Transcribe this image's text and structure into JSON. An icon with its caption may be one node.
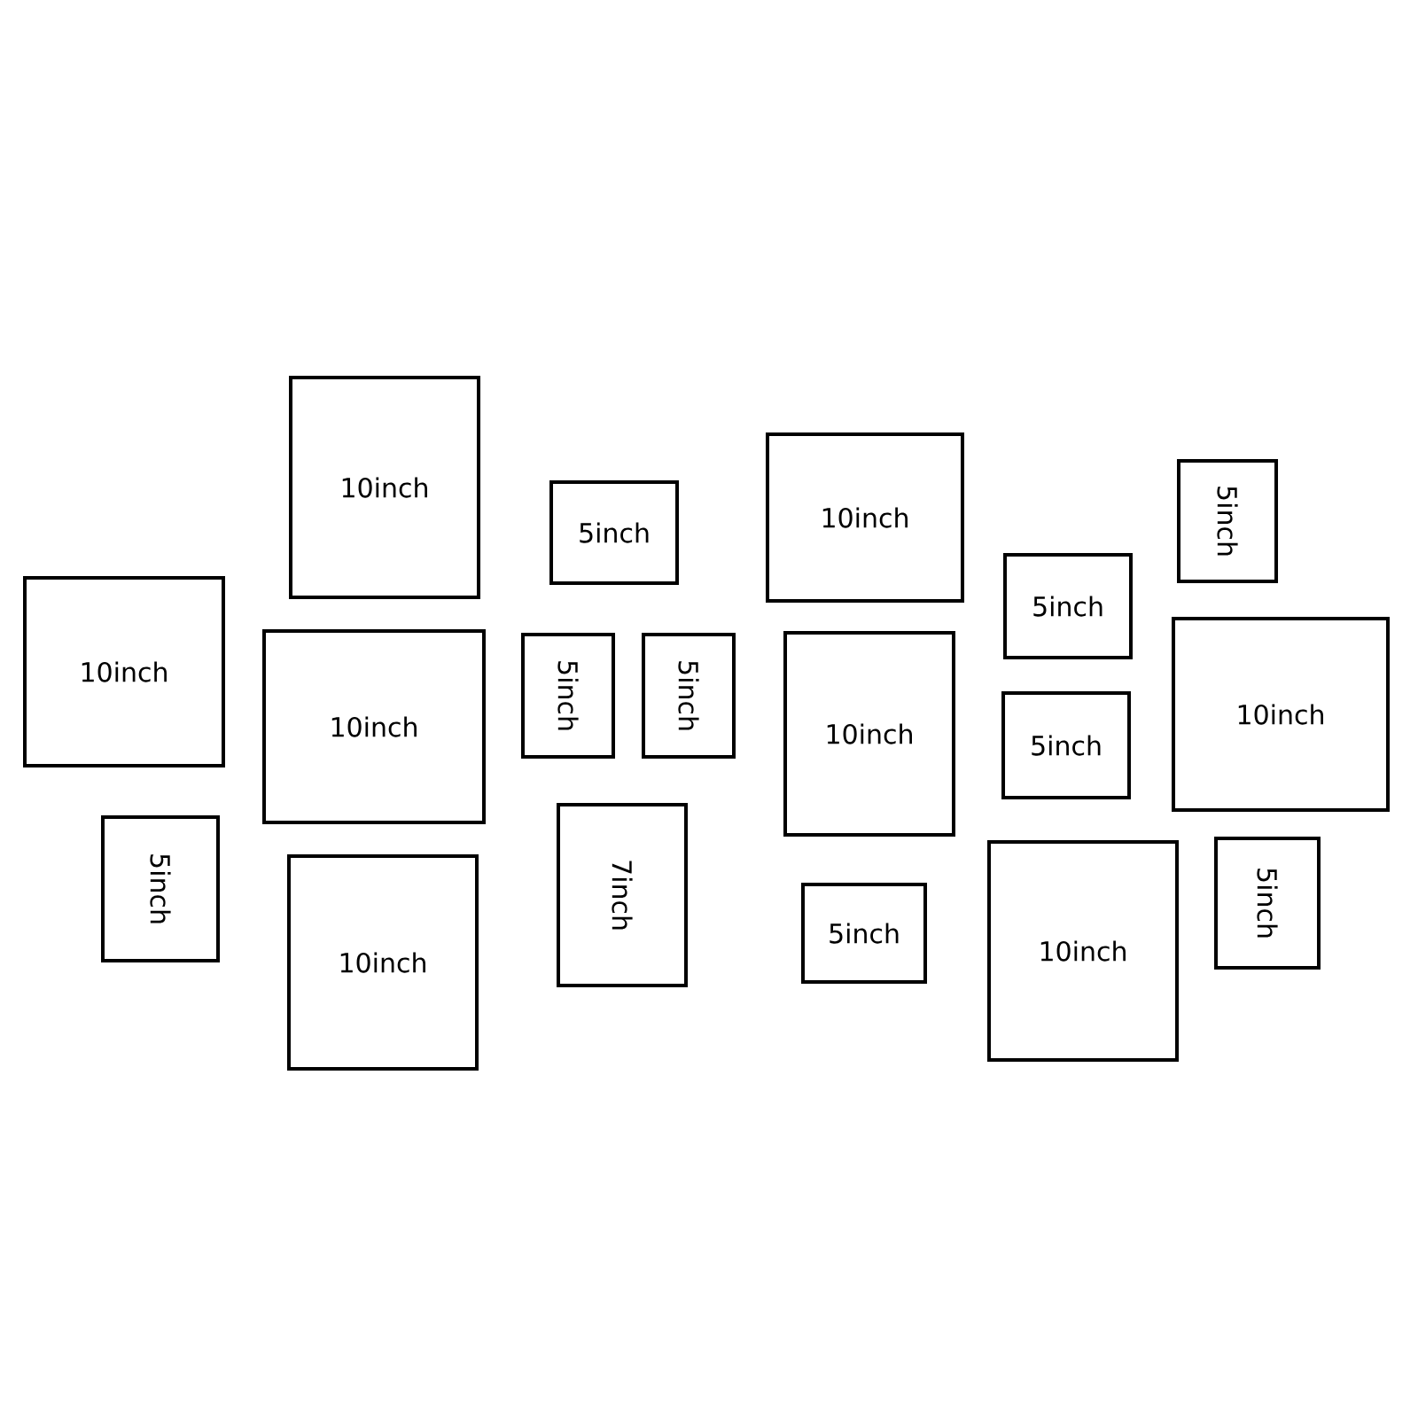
{
  "diagram": {
    "nodes": [
      {
        "text": [
          "10inch"
        ]
      },
      {
        "text": [
          "5inch"
        ]
      },
      {
        "text": [
          "10inch"
        ]
      },
      {
        "text": [
          "10inch"
        ]
      },
      {
        "text": [
          "10inch"
        ]
      },
      {
        "text": [
          "5inch"
        ]
      },
      {
        "text": [
          "5inch"
        ]
      },
      {
        "text": [
          "5inch"
        ]
      },
      {
        "text": [
          "7inch"
        ]
      },
      {
        "text": [
          "10inch"
        ]
      },
      {
        "text": [
          "10inch"
        ]
      },
      {
        "text": [
          "5inch"
        ]
      },
      {
        "text": [
          "5inch"
        ]
      },
      {
        "text": [
          "5inch"
        ]
      },
      {
        "text": [
          "10inch"
        ]
      },
      {
        "text": [
          "5inch"
        ]
      },
      {
        "text": [
          "10inch"
        ]
      },
      {
        "text": [
          "5inch"
        ]
      }
    ]
  }
}
